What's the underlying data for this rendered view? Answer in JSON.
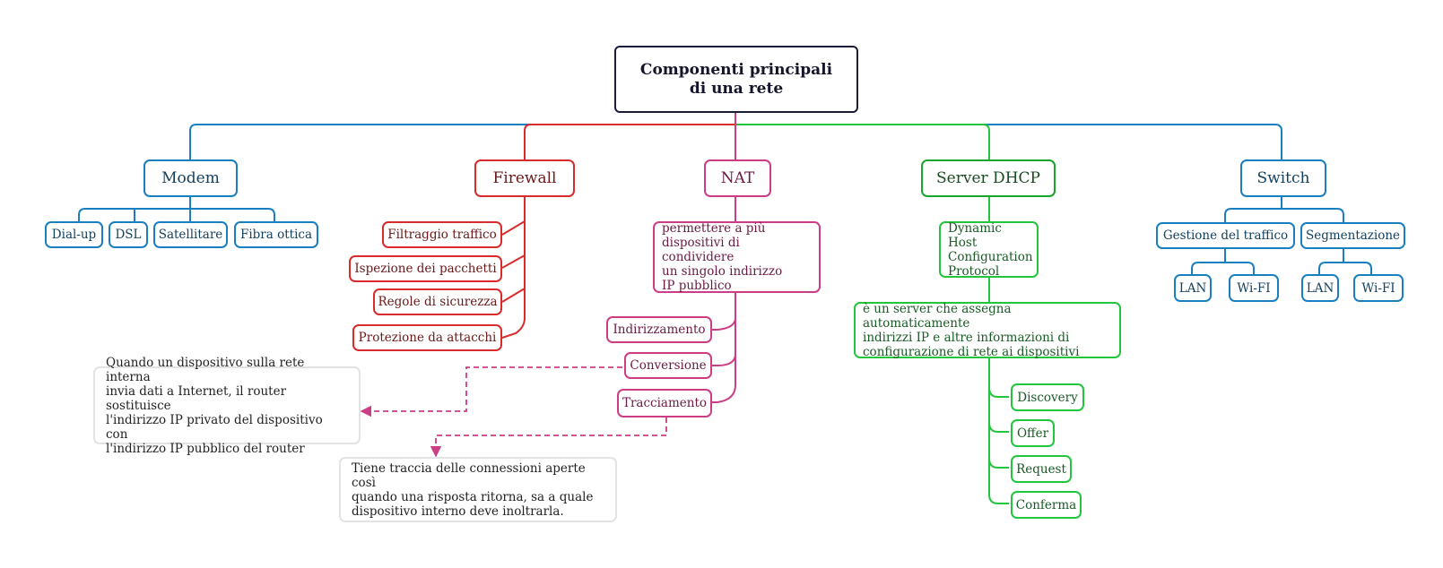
{
  "root": {
    "line1": "Componenti principali",
    "line2": "di una rete"
  },
  "modem": {
    "label": "Modem",
    "items": [
      "Dial-up",
      "DSL",
      "Satellitare",
      "Fibra ottica"
    ]
  },
  "firewall": {
    "label": "Firewall",
    "items": [
      "Filtraggio traffico",
      "Ispezione dei pacchetti",
      "Regole di sicurezza",
      "Protezione da attacchi"
    ]
  },
  "nat": {
    "label": "NAT",
    "description": "permettere a più\ndispositivi di condividere\nun singolo indirizzo\nIP pubblico",
    "items": [
      "Indirizzamento",
      "Conversione",
      "Tracciamento"
    ],
    "note_conversione": "Quando un dispositivo sulla rete interna\ninvia dati a Internet, il router sostituisce\nl'indirizzo IP privato del dispositivo con\nl'indirizzo IP pubblico del router",
    "note_tracciamento": "Tiene traccia delle connessioni aperte così\nquando una risposta ritorna, sa a quale\ndispositivo interno deve inoltrarla."
  },
  "dhcp": {
    "label": "Server DHCP",
    "acronym": "Dynamic Host\nConfiguration\nProtocol",
    "description": "è un server che assegna automaticamente\nindirizzi IP e altre informazioni di\nconfigurazione di rete ai dispositivi",
    "items": [
      "Discovery",
      "Offer",
      "Request",
      "Conferma"
    ]
  },
  "switch": {
    "label": "Switch",
    "gestione": {
      "label": "Gestione del traffico",
      "items": [
        "LAN",
        "Wi-FI"
      ]
    },
    "segmentazione": {
      "label": "Segmentazione",
      "items": [
        "LAN",
        "Wi-FI"
      ]
    }
  },
  "colors": {
    "blue": "#1a7fc1",
    "red": "#d92b2b",
    "pink": "#cc3d86",
    "green": "#22c53c",
    "navy": "#1b1b3a"
  }
}
